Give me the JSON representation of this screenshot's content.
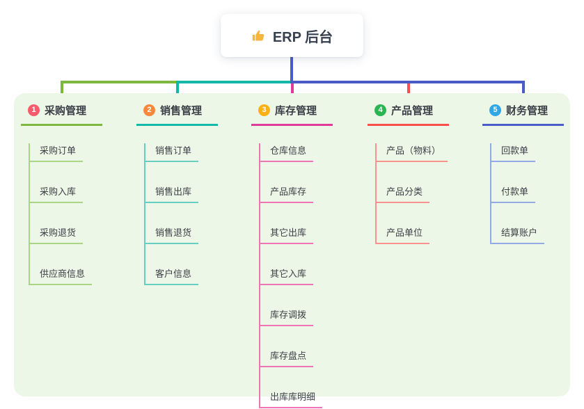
{
  "root": {
    "title": "ERP 后台",
    "icon": "thumbs-up-icon",
    "icon_color": "#f4b63b"
  },
  "colors": {
    "panel_bg": "#edf7e7",
    "root_line": "#4a5cc5",
    "text": "#3a3f47"
  },
  "branches": [
    {
      "number": "1",
      "label": "采购管理",
      "badge_color": "#f85c6c",
      "line_color": "#7cb93e",
      "child_line_color": "#a9d584",
      "children": [
        "采购订单",
        "采购入库",
        "采购退货",
        "供应商信息"
      ]
    },
    {
      "number": "2",
      "label": "销售管理",
      "badge_color": "#f9883c",
      "line_color": "#14b8a8",
      "child_line_color": "#66cfc2",
      "children": [
        "销售订单",
        "销售出库",
        "销售退货",
        "客户信息"
      ]
    },
    {
      "number": "3",
      "label": "库存管理",
      "badge_color": "#fbb017",
      "line_color": "#e03a9a",
      "child_line_color": "#ef74b5",
      "children": [
        "仓库信息",
        "产品库存",
        "其它出库",
        "其它入库",
        "库存调拨",
        "库存盘点",
        "出库库明细"
      ]
    },
    {
      "number": "4",
      "label": "产品管理",
      "badge_color": "#2cb553",
      "line_color": "#f7504d",
      "child_line_color": "#f9928e",
      "children": [
        "产品（物料）",
        "产品分类",
        "产品单位"
      ]
    },
    {
      "number": "5",
      "label": "财务管理",
      "badge_color": "#2fa7e6",
      "line_color": "#4a5cc5",
      "child_line_color": "#93a9e2",
      "children": [
        "回款单",
        "付款单",
        "结算账户"
      ]
    }
  ]
}
